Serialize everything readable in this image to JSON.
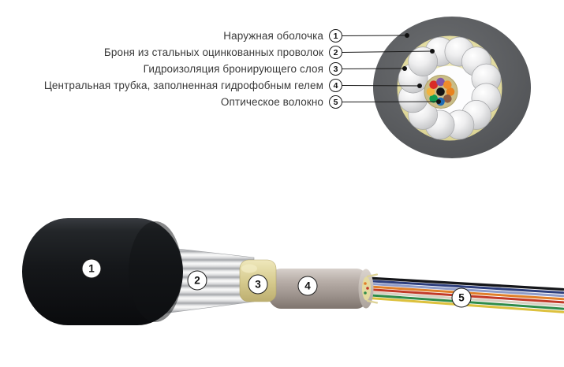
{
  "diagram": {
    "legend": {
      "items": [
        {
          "number": "1",
          "label": "Наружная оболочка"
        },
        {
          "number": "2",
          "label": "Броня из стальных оцинкованных проволок"
        },
        {
          "number": "3",
          "label": "Гидроизоляция бронирующего слоя"
        },
        {
          "number": "4",
          "label": "Центральная трубка, заполненная гидрофобным гелем"
        },
        {
          "number": "5",
          "label": "Оптическое волокно"
        }
      ]
    },
    "colors": {
      "outer_sheath_gray": "#5b5d60",
      "waterproofing_yellow": "#e9e3ab",
      "armor_wire_silver": "#ededee",
      "central_tube_beige": "#cabd87",
      "jacket_black": "#15171a",
      "tube_3d_gray": "#ada29b",
      "gel_3d_yellow": "#d5c98c",
      "text_gray": "#3a3a3a"
    },
    "cross_section": {
      "armor_wire_count": 12,
      "fiber_center_color": "#141414",
      "fiber_ring_colors": [
        "#e8821e",
        "#8a5a42",
        "#1f6cb4",
        "#0f9d4f",
        "#f2b33d",
        "#d92b27",
        "#8255a6",
        "#ef8c2a"
      ]
    },
    "fiber_ribbon_colors": [
      "#15161a",
      "#2e3f7e",
      "#8f9cc9",
      "#e07f2a",
      "#c23a28",
      "#d8d0c0",
      "#2f8c4a",
      "#ddc13e"
    ]
  }
}
